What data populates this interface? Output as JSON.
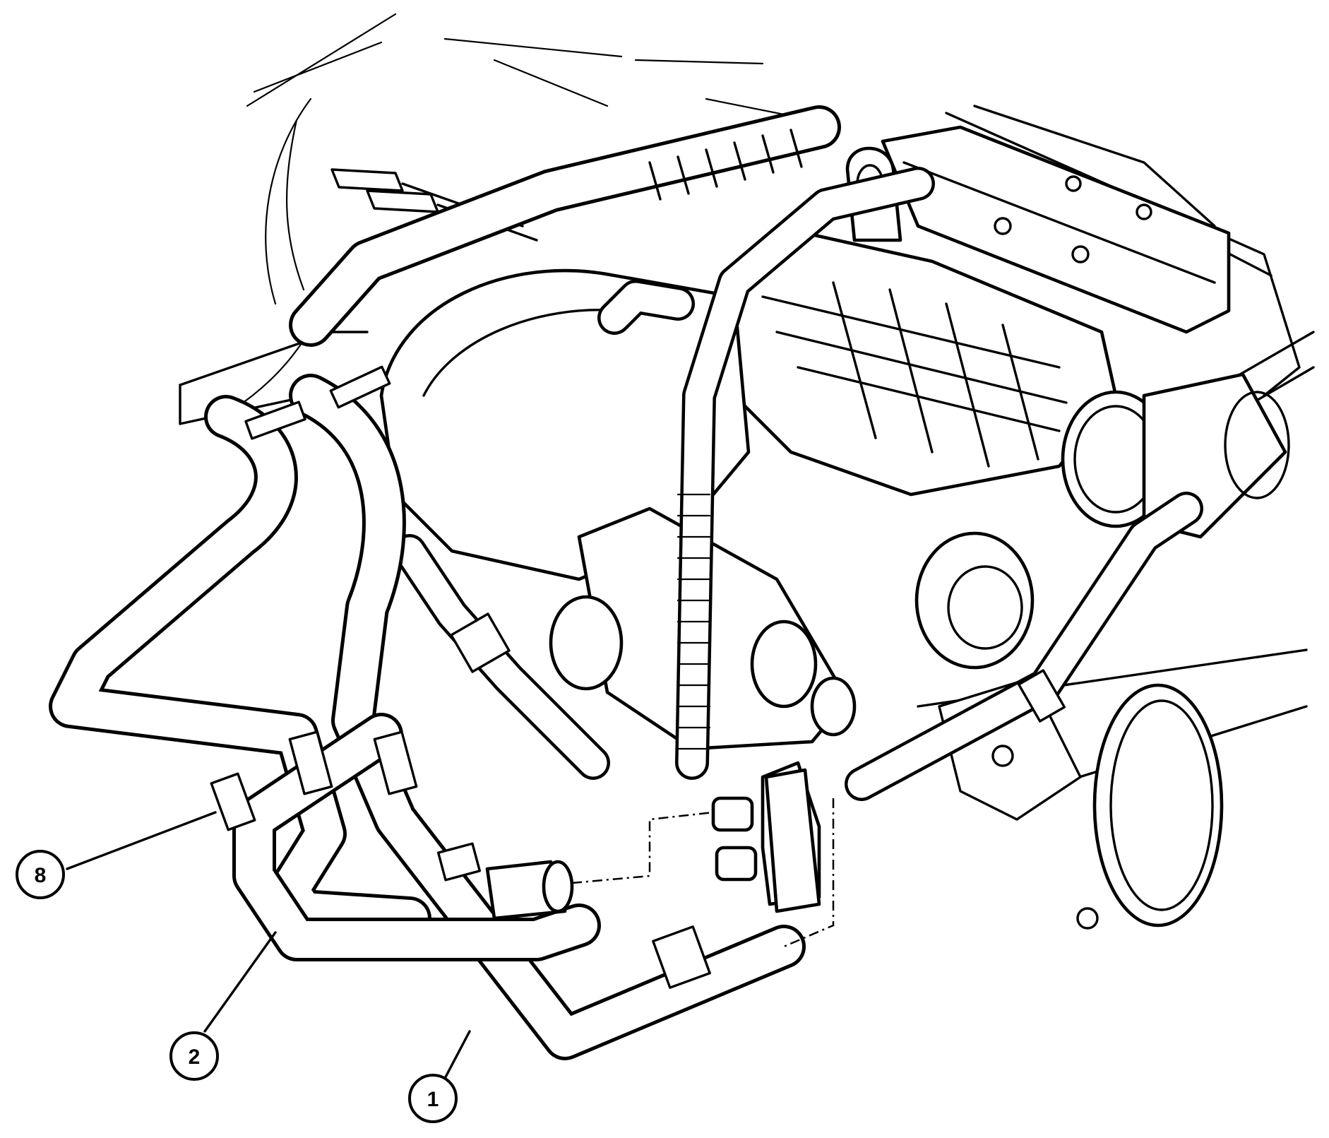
{
  "callouts": [
    {
      "id": "callout-8",
      "label": "8"
    },
    {
      "id": "callout-2",
      "label": "2"
    },
    {
      "id": "callout-1",
      "label": "1"
    }
  ]
}
